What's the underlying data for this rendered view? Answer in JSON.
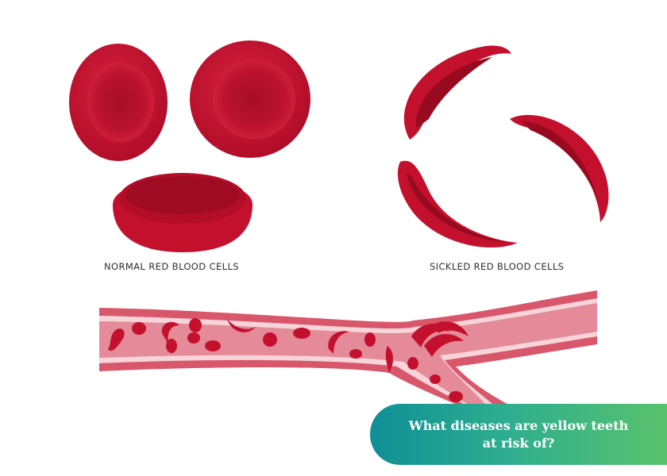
{
  "captions": {
    "normal": "NORMAL RED BLOOD CELLS",
    "sickled": "SICKLED RED BLOOD CELLS"
  },
  "banner": {
    "question": "What diseases are yellow teeth at risk of?"
  },
  "colors": {
    "cell_red": "#c8102e",
    "cell_dark": "#8f0a1f",
    "vessel_wall": "#d9576b",
    "vessel_inner": "#f2c4cb",
    "banner_start": "#0f8f96",
    "banner_end": "#5cc46a"
  }
}
